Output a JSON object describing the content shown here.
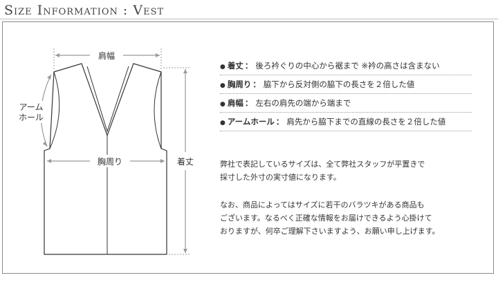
{
  "page": {
    "title": "Size Information : Vest"
  },
  "diagram": {
    "label_shoulder": "肩幅",
    "label_chest": "胸周り",
    "label_length": "着丈",
    "label_armhole_line1": "アーム",
    "label_armhole_line2": "ホール"
  },
  "definitions": [
    {
      "term": "着丈",
      "sep": "：",
      "text": "後ろ衿ぐりの中心から裾まで ※衿の高さは含まない"
    },
    {
      "term": "胸周り",
      "sep": "：",
      "text": "脇下から反対側の脇下の長さを２倍した値"
    },
    {
      "term": "肩幅",
      "sep": "：",
      "text": "左右の肩先の端から端まで"
    },
    {
      "term": "アームホール",
      "sep": "：",
      "text": "肩先から脇下までの直線の長さを２倍した値"
    }
  ],
  "notes": {
    "p1_line1": "弊社で表記しているサイズは、全て弊社スタッフが平置きで",
    "p1_line2": "採寸した外寸の実寸値になります。",
    "p2_line1": "なお、商品によってはサイズに若干のバラツキがある商品も",
    "p2_line2": "ございます。なるべく正確な情報をお届けできるよう心掛けて",
    "p2_line3": "おりますが、何卒ご理解下さいますよう、お願い申し上げます。"
  },
  "colors": {
    "measure_line": "#999999",
    "outline": "#333333"
  }
}
